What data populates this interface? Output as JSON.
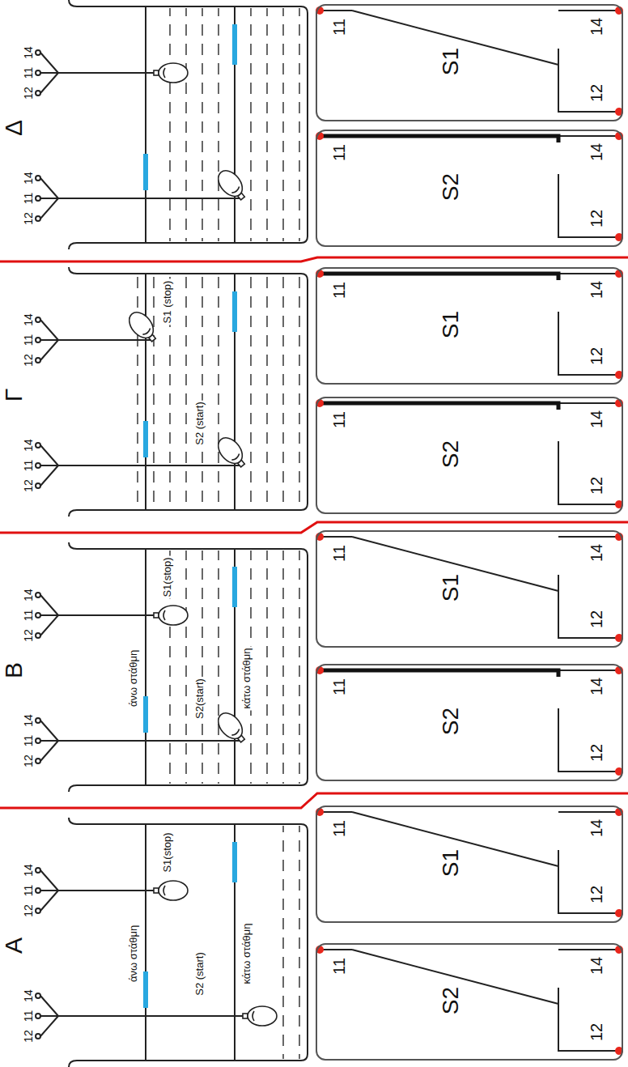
{
  "diagram": {
    "nodes": [
      {
        "text": [
          "S2",
          "11",
          "12",
          "14"
        ]
      },
      {
        "text": [
          "S1",
          "11",
          "12",
          "14"
        ]
      },
      {
        "text": [
          "S2",
          "11",
          "12",
          "14"
        ]
      },
      {
        "text": [
          "S1",
          "11",
          "12",
          "14"
        ]
      },
      {
        "text": [
          "S2",
          "11",
          "12",
          "14"
        ]
      },
      {
        "text": [
          "S1",
          "11",
          "12",
          "14"
        ]
      },
      {
        "text": [
          "S2",
          "11",
          "12",
          "14"
        ]
      },
      {
        "text": [
          "S1",
          "11",
          "12",
          "14"
        ]
      }
    ],
    "labels": [
      "Α",
      "12",
      "11",
      "14",
      "12",
      "11",
      "14",
      "άνω στάθμη",
      "S1(stop)",
      "κάτω στάθμη",
      "S2 (start)",
      "Β",
      "12",
      "11",
      "14",
      "12",
      "11",
      "14",
      "άνω στάθμη",
      "S1(stop)",
      "κάτω στάθμη",
      "S2(start)",
      "Γ",
      "12",
      "11",
      "14",
      "12",
      "11",
      "14",
      "S1 (stop)",
      "S2 (start)",
      "Δ",
      "12",
      "11",
      "14",
      "12",
      "11",
      "14"
    ]
  }
}
